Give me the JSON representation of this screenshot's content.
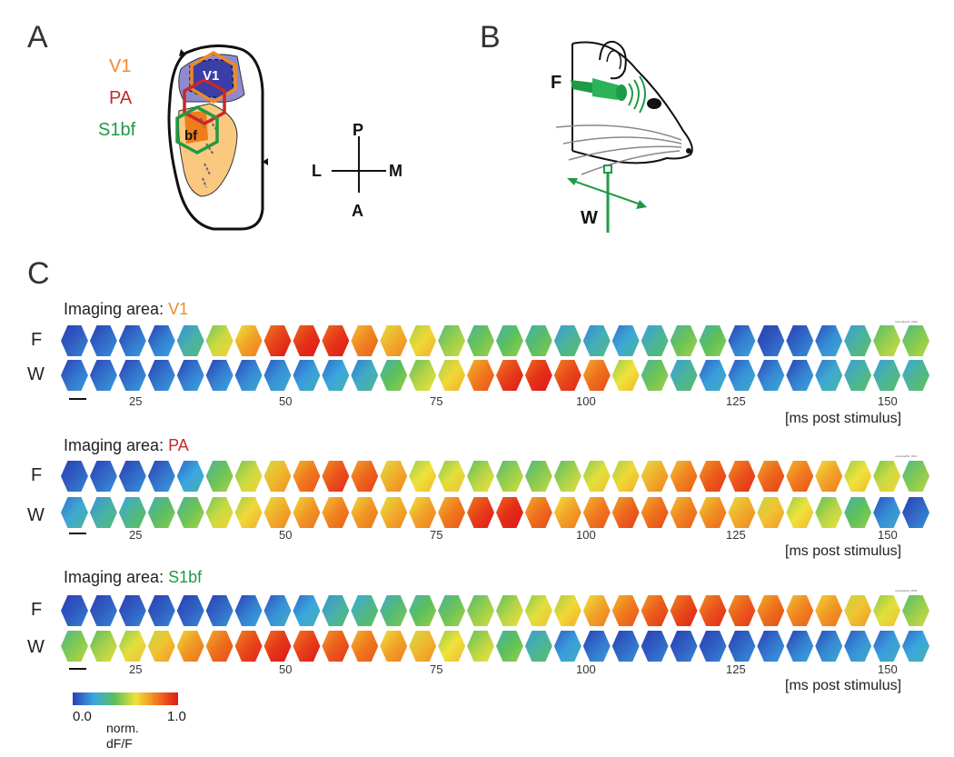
{
  "panels": {
    "a": {
      "letter": "A",
      "legend": [
        {
          "label": "V1",
          "color": "#f08a24"
        },
        {
          "label": "PA",
          "color": "#c8282d"
        },
        {
          "label": "S1bf",
          "color": "#1f9a46"
        }
      ],
      "map_labels": {
        "v1": "V1",
        "bf": "bf"
      },
      "compass": {
        "p": "P",
        "a": "A",
        "l": "L",
        "m": "M"
      }
    },
    "b": {
      "letter": "B",
      "labels": {
        "flash": "F",
        "whisker": "W"
      }
    },
    "c": {
      "letter": "C",
      "imaging_prefix": "Imaging area: ",
      "tick_labels": [
        "25",
        "50",
        "75",
        "100",
        "125",
        "150"
      ],
      "axis_unit": "[ms post stimulus]",
      "row_labels": {
        "flash": "F",
        "whisker": "W"
      },
      "groups": [
        {
          "area": "V1",
          "area_color": "#f08a24",
          "stamp": "Vsd-data/V1_0029",
          "F": [
            0.06,
            0.08,
            0.1,
            0.12,
            0.28,
            0.55,
            0.72,
            0.92,
            0.95,
            0.94,
            0.78,
            0.7,
            0.62,
            0.48,
            0.42,
            0.4,
            0.38,
            0.3,
            0.26,
            0.22,
            0.3,
            0.42,
            0.4,
            0.12,
            0.05,
            0.08,
            0.15,
            0.3,
            0.48,
            0.45
          ],
          "W": [
            0.1,
            0.1,
            0.1,
            0.1,
            0.12,
            0.12,
            0.14,
            0.16,
            0.18,
            0.2,
            0.24,
            0.4,
            0.52,
            0.62,
            0.8,
            0.92,
            0.95,
            0.9,
            0.82,
            0.6,
            0.42,
            0.3,
            0.18,
            0.16,
            0.14,
            0.12,
            0.22,
            0.3,
            0.3,
            0.32
          ]
        },
        {
          "area": "PA",
          "area_color": "#c8282d",
          "stamp": "vsd-data/PA_0013",
          "F": [
            0.06,
            0.08,
            0.08,
            0.1,
            0.2,
            0.42,
            0.55,
            0.68,
            0.8,
            0.88,
            0.84,
            0.7,
            0.6,
            0.58,
            0.52,
            0.48,
            0.46,
            0.5,
            0.58,
            0.62,
            0.7,
            0.78,
            0.86,
            0.88,
            0.84,
            0.8,
            0.72,
            0.6,
            0.55,
            0.45
          ],
          "W": [
            0.22,
            0.28,
            0.32,
            0.38,
            0.42,
            0.55,
            0.62,
            0.7,
            0.74,
            0.78,
            0.74,
            0.7,
            0.72,
            0.8,
            0.92,
            0.96,
            0.82,
            0.72,
            0.8,
            0.84,
            0.82,
            0.78,
            0.76,
            0.7,
            0.66,
            0.6,
            0.52,
            0.4,
            0.15,
            0.08
          ]
        },
        {
          "area": "S1bf",
          "area_color": "#1f9a46",
          "stamp": "vsd-data/S1_0005",
          "F": [
            0.05,
            0.06,
            0.06,
            0.06,
            0.06,
            0.08,
            0.12,
            0.16,
            0.2,
            0.28,
            0.32,
            0.36,
            0.4,
            0.42,
            0.48,
            0.52,
            0.58,
            0.62,
            0.72,
            0.8,
            0.86,
            0.9,
            0.88,
            0.86,
            0.82,
            0.78,
            0.74,
            0.66,
            0.58,
            0.48
          ],
          "W": [
            0.45,
            0.5,
            0.58,
            0.66,
            0.74,
            0.82,
            0.9,
            0.94,
            0.92,
            0.86,
            0.8,
            0.72,
            0.68,
            0.6,
            0.52,
            0.4,
            0.3,
            0.18,
            0.1,
            0.08,
            0.06,
            0.06,
            0.06,
            0.08,
            0.1,
            0.12,
            0.14,
            0.16,
            0.18,
            0.2
          ]
        }
      ]
    },
    "colorbar": {
      "min_label": "0.0",
      "max_label": "1.0",
      "label_line1": "norm.",
      "label_line2": "dF/F",
      "colors": [
        "#2b3fb5",
        "#3aa6e0",
        "#5cc05a",
        "#f0e23a",
        "#f07a1e",
        "#e01818"
      ]
    }
  }
}
